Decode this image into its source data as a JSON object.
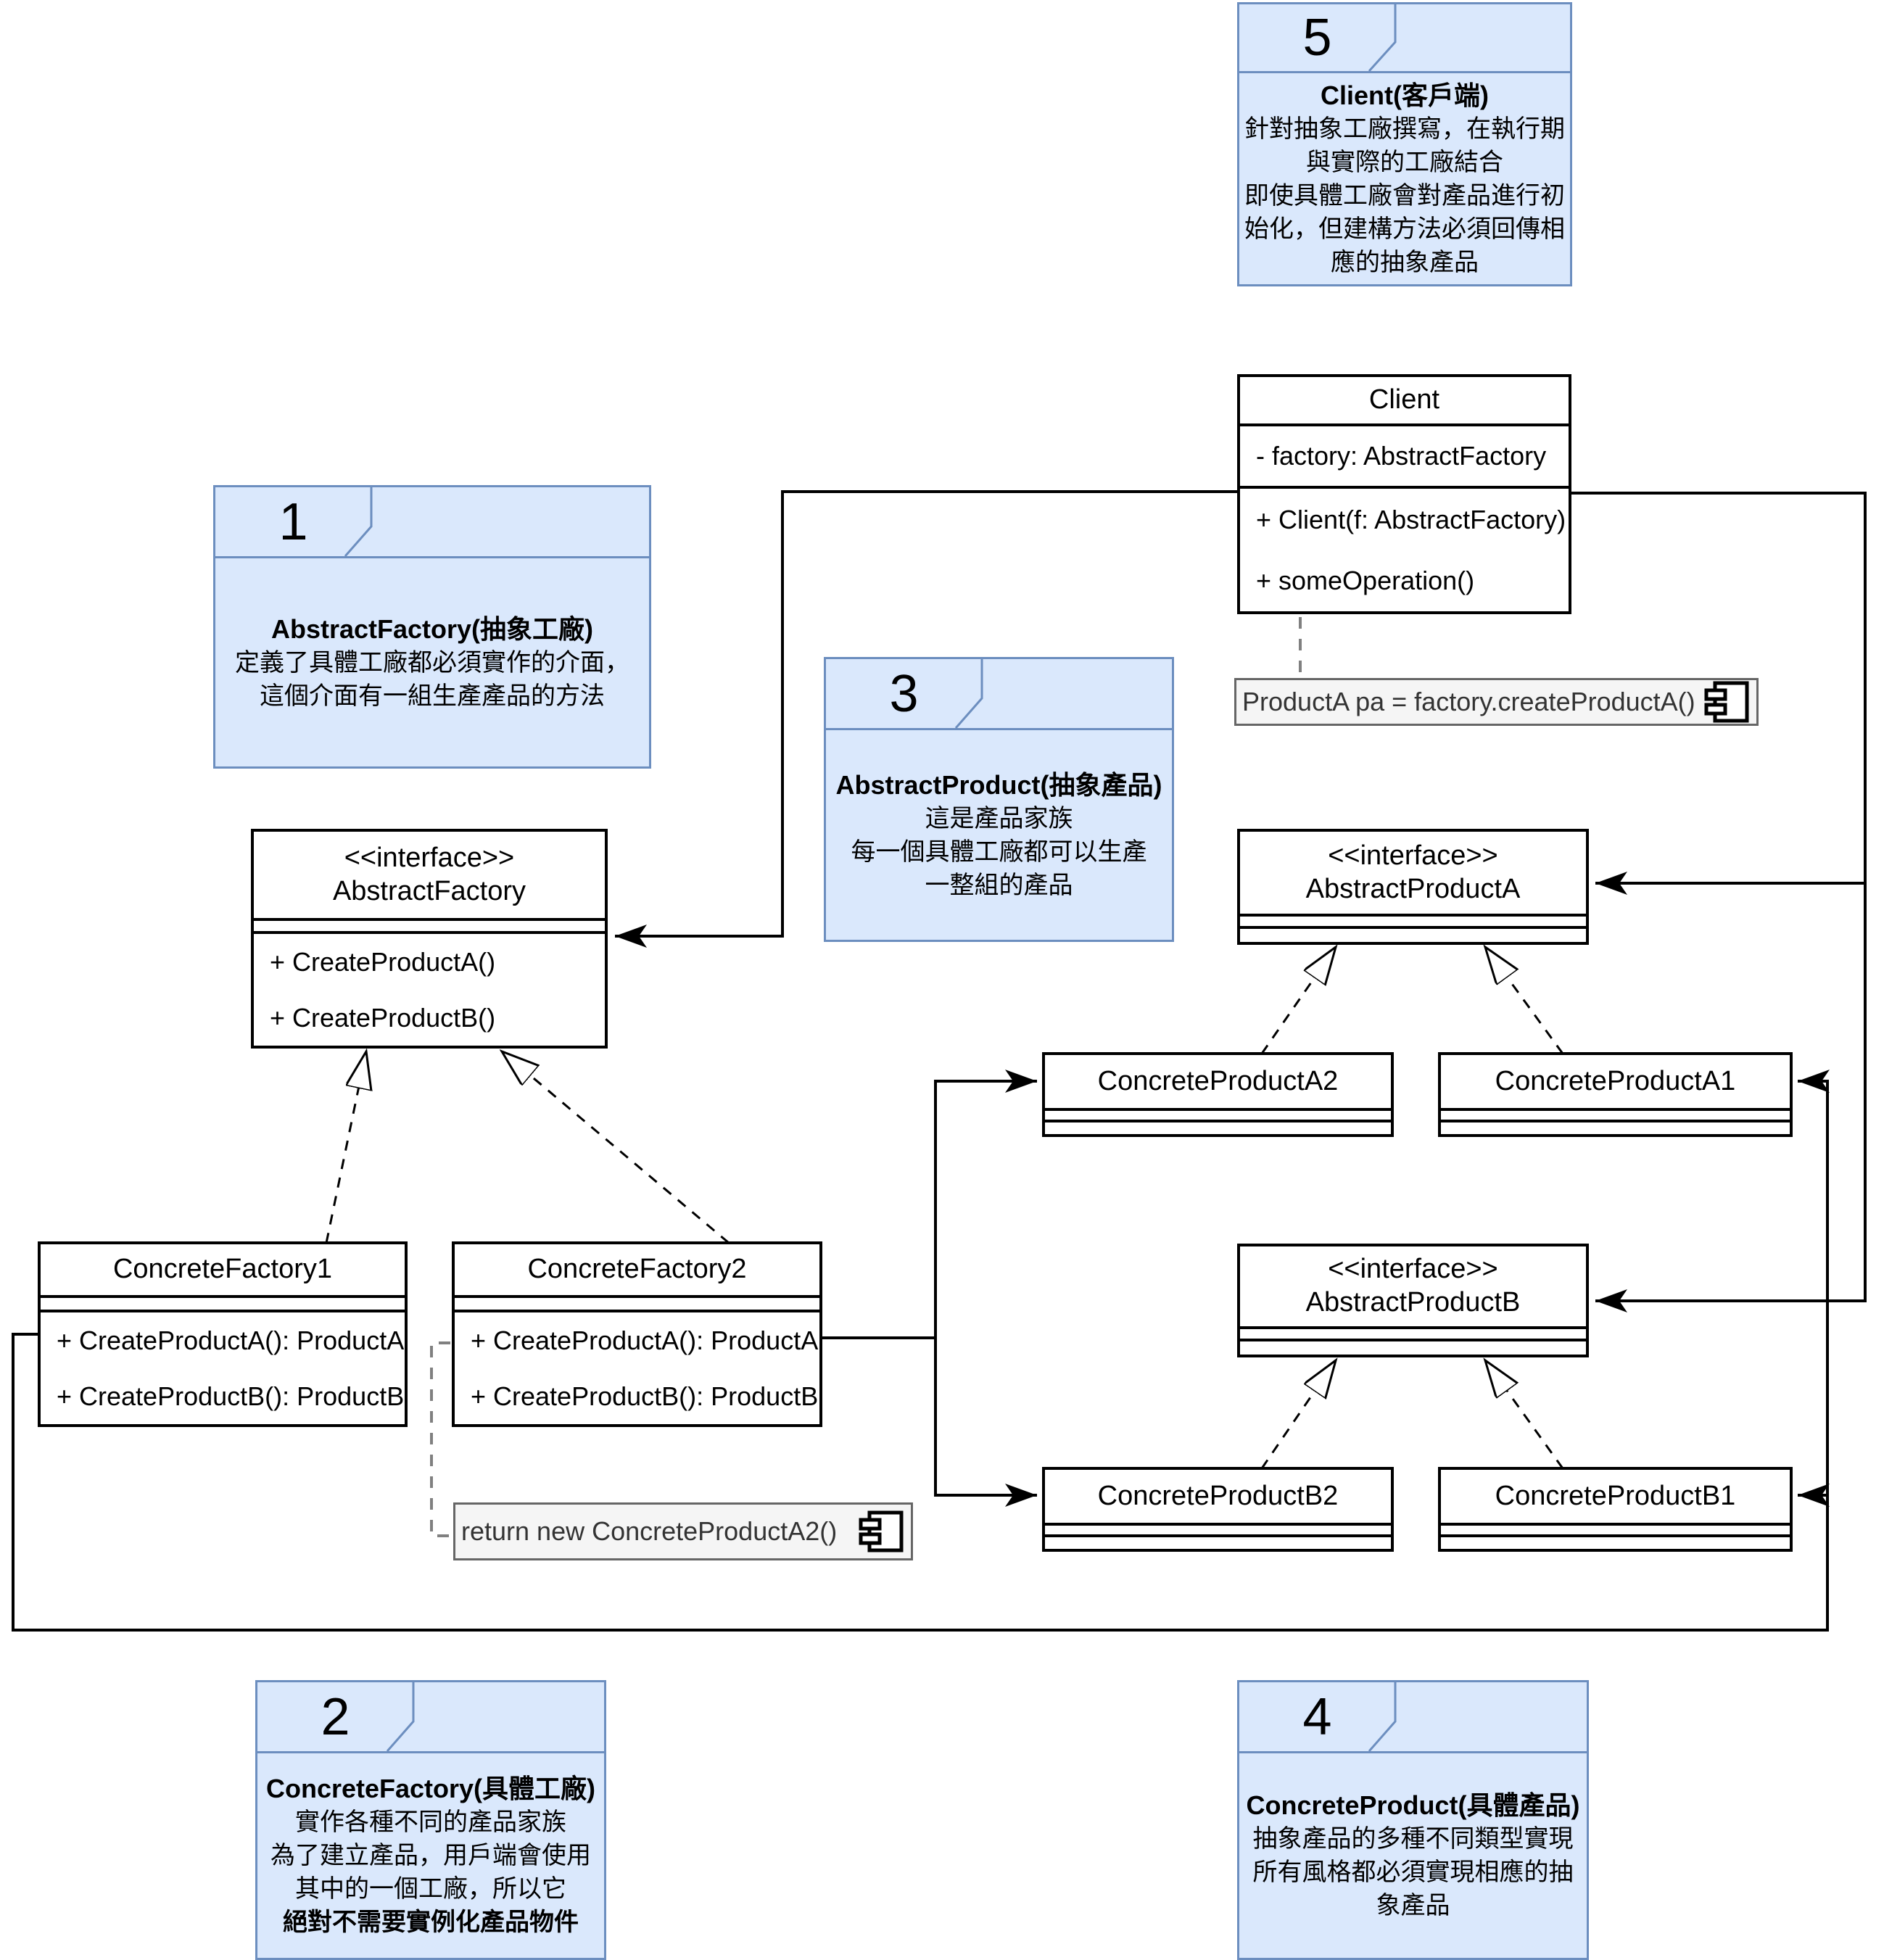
{
  "notes": {
    "n1": {
      "num": "1",
      "title": "AbstractFactory(抽象工廠)",
      "body": "定義了具體工廠都必須實作的介面，\n這個介面有一組生產產品的方法"
    },
    "n2": {
      "num": "2",
      "title": "ConcreteFactory(具體工廠)",
      "body": "實作各種不同的產品家族\n為了建立產品，用戶端會使用\n其中的一個工廠，所以它",
      "bold_line": "絕對不需要實例化產品物件"
    },
    "n3": {
      "num": "3",
      "title": "AbstractProduct(抽象產品)",
      "body": "這是產品家族\n每一個具體工廠都可以生產\n一整組的產品"
    },
    "n4": {
      "num": "4",
      "title": "ConcreteProduct(具體產品)",
      "body": "抽象產品的多種不同類型實現\n所有風格都必須實現相應的抽\n象產品"
    },
    "n5": {
      "num": "5",
      "title": "Client(客戶端)",
      "body": "針對抽象工廠撰寫，在執行期\n與實際的工廠結合\n即使具體工廠會對產品進行初\n始化，但建構方法必須回傳相\n應的抽象產品"
    }
  },
  "classes": {
    "client": {
      "title": "Client",
      "attributes": [
        "- factory: AbstractFactory"
      ],
      "methods": [
        "+ Client(f: AbstractFactory)",
        "+ someOperation()"
      ]
    },
    "abstract_factory": {
      "stereotype": "<<interface>>",
      "title": "AbstractFactory",
      "methods": [
        "+ CreateProductA()",
        "+ CreateProductB()"
      ]
    },
    "concrete_factory1": {
      "title": "ConcreteFactory1",
      "methods": [
        "+ CreateProductA(): ProductA",
        "+ CreateProductB(): ProductB"
      ]
    },
    "concrete_factory2": {
      "title": "ConcreteFactory2",
      "methods": [
        "+ CreateProductA(): ProductA",
        "+ CreateProductB(): ProductB"
      ]
    },
    "abstract_product_a": {
      "stereotype": "<<interface>>",
      "title": "AbstractProductA"
    },
    "abstract_product_b": {
      "stereotype": "<<interface>>",
      "title": "AbstractProductB"
    },
    "concrete_product_a2": {
      "title": "ConcreteProductA2"
    },
    "concrete_product_a1": {
      "title": "ConcreteProductA1"
    },
    "concrete_product_b2": {
      "title": "ConcreteProductB2"
    },
    "concrete_product_b1": {
      "title": "ConcreteProductB1"
    }
  },
  "annotations": {
    "client_call": {
      "text": "ProductA pa = factory.createProductA()"
    },
    "factory_return": {
      "text": "return new ConcreteProductA2()"
    }
  },
  "colors": {
    "note_fill": "#dae8fc",
    "note_border": "#6c8ebf",
    "annotation_fill": "#f5f5f5",
    "annotation_border": "#666666",
    "annotation_text": "#333333",
    "line": "#000000",
    "dashed_dependency": "#808080"
  }
}
